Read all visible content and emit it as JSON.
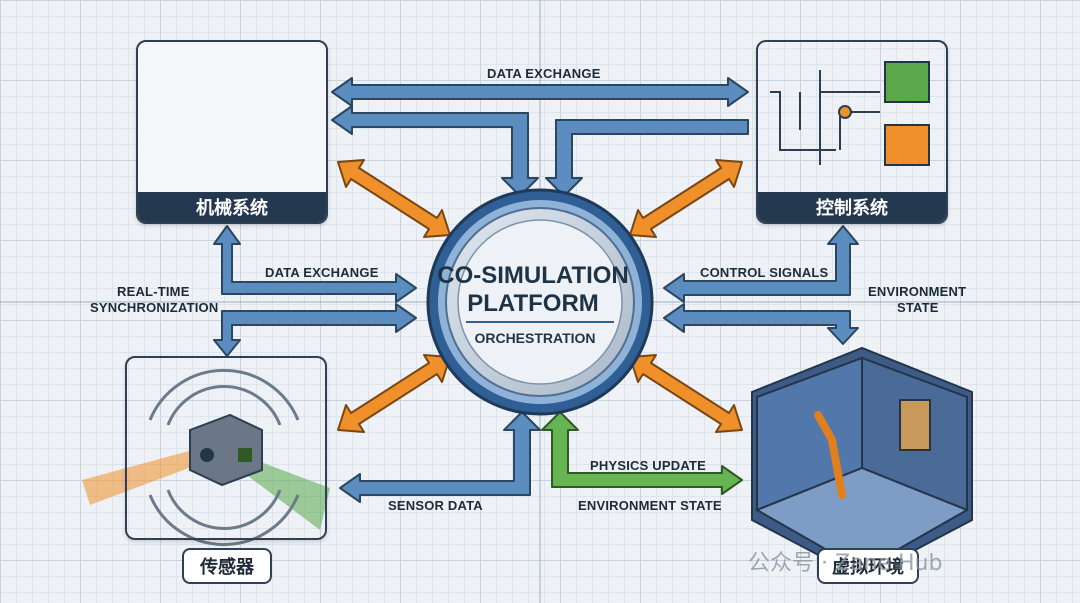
{
  "center": {
    "title_line1": "CO-SIMULATION",
    "title_line2": "PLATFORM",
    "subtitle": "ORCHESTRATION"
  },
  "modules": {
    "mechanical": "机械系统",
    "control": "控制系统",
    "sensor": "传感器",
    "virtual": "虚拟环境"
  },
  "flows": {
    "top_exchange": "DATA EXCHANGE",
    "left_exchange": "DATA EXCHANGE",
    "realtime_line1": "REAL-TIME",
    "realtime_line2": "SYNCHRONIZATION",
    "control_signals": "CONTROL SIGNALS",
    "env_state_line1": "ENVIRONMENT",
    "env_state_line2": "STATE",
    "physics_update": "PHYSICS UPDATE",
    "environment_state": "ENVIRONMENT STATE",
    "sensor_data": "SENSOR DATA"
  },
  "watermark": "公众号 · Zane Hub",
  "colors": {
    "blue_arrow": "#4f7fb0",
    "orange_arrow": "#f0902a",
    "green_arrow": "#5aa84a",
    "dark_navy": "#24384f"
  }
}
